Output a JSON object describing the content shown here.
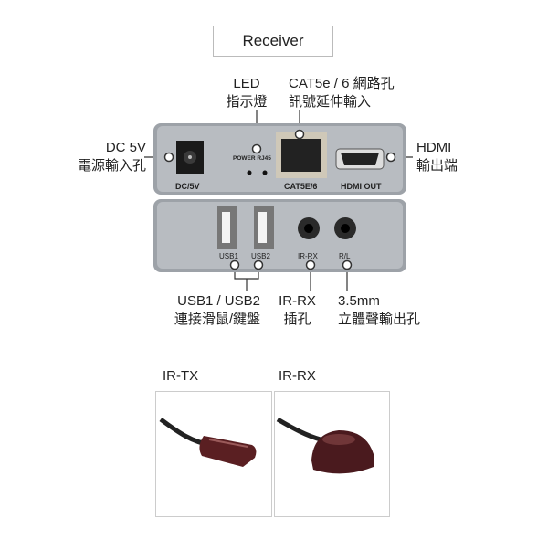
{
  "title": "Receiver",
  "callouts": {
    "led": {
      "line1": "LED",
      "line2": "指示燈"
    },
    "cat": {
      "line1": "CAT5e / 6 網路孔",
      "line2": "訊號延伸輸入"
    },
    "dc": {
      "line1": "DC 5V",
      "line2": "電源輸入孔"
    },
    "hdmi": {
      "line1": "HDMI",
      "line2": "輸出端"
    },
    "usb": {
      "line1": "USB1 / USB2",
      "line2": "連接滑鼠/鍵盤"
    },
    "irrx": {
      "line1": "IR-RX",
      "line2": "插孔"
    },
    "audio": {
      "line1": "3.5mm",
      "line2": "立體聲輸出孔"
    }
  },
  "panel_labels": {
    "dc": "DC/5V",
    "power_rj45": "POWER RJ45",
    "cat": "CAT5E/6",
    "hdmi": "HDMI OUT",
    "usb1": "USB1",
    "usb2": "USB2",
    "irrx": "IR-RX",
    "rl": "R/L"
  },
  "accessories": [
    {
      "label": "IR-TX"
    },
    {
      "label": "IR-RX"
    }
  ]
}
